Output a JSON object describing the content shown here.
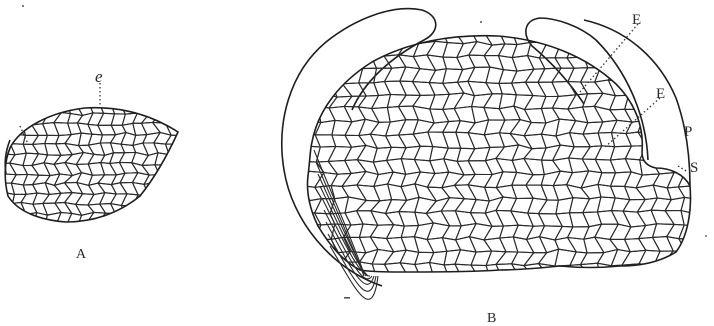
{
  "figure": {
    "panel_a": {
      "label": "A",
      "label_e": "e"
    },
    "panel_b": {
      "label": "B",
      "label_upper_e": "E",
      "label_lower_e": "E",
      "label_p": "P",
      "label_s": "S"
    }
  },
  "colors": {
    "ink": "#2b2b2b",
    "paper": "#ffffff"
  }
}
